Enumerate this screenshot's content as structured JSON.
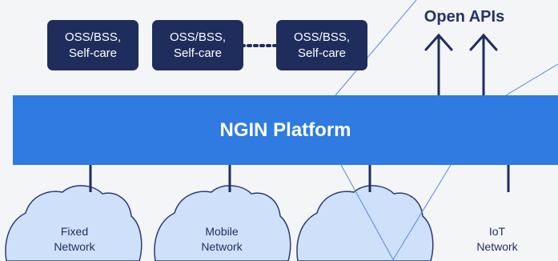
{
  "oss_boxes": [
    {
      "line1": "OSS/BSS,",
      "line2": "Self-care"
    },
    {
      "line1": "OSS/BSS,",
      "line2": "Self-care"
    },
    {
      "line1": "OSS/BSS,",
      "line2": "Self-care"
    }
  ],
  "open_apis": "Open APIs",
  "platform": "NGIN Platform",
  "networks": [
    {
      "line1": "Fixed",
      "line2": "Network"
    },
    {
      "line1": "Mobile",
      "line2": "Network"
    },
    {
      "line1": "",
      "line2": ""
    },
    {
      "line1": "IoT",
      "line2": "Network"
    }
  ],
  "colors": {
    "background": "#f4f5f7",
    "navy": "#1f2d5c",
    "platform_blue": "#2f7be1",
    "cloud_fill": "#cfe0fb",
    "cloud_stroke": "#2a3a7a",
    "api_text": "#253368",
    "diagonal_line": "#5b86d6"
  }
}
